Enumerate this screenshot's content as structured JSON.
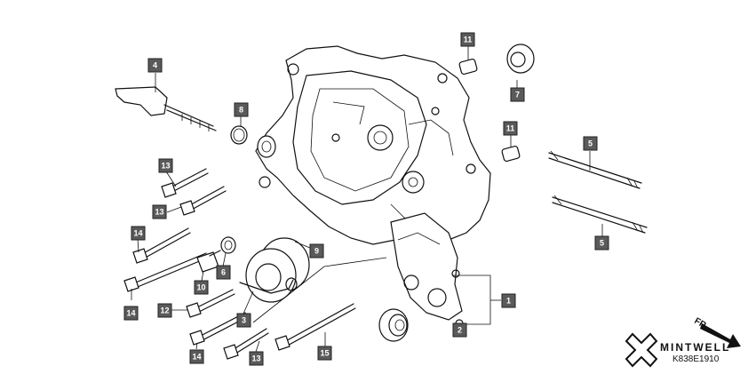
{
  "callouts": [
    {
      "id": "c1",
      "label": "1"
    },
    {
      "id": "c2",
      "label": "2"
    },
    {
      "id": "c3",
      "label": "3"
    },
    {
      "id": "c4",
      "label": "4"
    },
    {
      "id": "c5a",
      "label": "5"
    },
    {
      "id": "c5b",
      "label": "5"
    },
    {
      "id": "c6",
      "label": "6"
    },
    {
      "id": "c7",
      "label": "7"
    },
    {
      "id": "c8",
      "label": "8"
    },
    {
      "id": "c9",
      "label": "9"
    },
    {
      "id": "c10",
      "label": "10"
    },
    {
      "id": "c11",
      "label": "11"
    },
    {
      "id": "c11b",
      "label": "11"
    },
    {
      "id": "c12",
      "label": "12"
    },
    {
      "id": "c13a",
      "label": "13"
    },
    {
      "id": "c13b",
      "label": "13"
    },
    {
      "id": "c13c",
      "label": "13"
    },
    {
      "id": "c14a",
      "label": "14"
    },
    {
      "id": "c14b",
      "label": "14"
    },
    {
      "id": "c14c",
      "label": "14"
    },
    {
      "id": "c15",
      "label": "15"
    }
  ],
  "brand": {
    "name": "MINTWELL",
    "logo_icon": "mintwell-logo-icon"
  },
  "diagram_code": "K838E1910",
  "direction": {
    "label": "FR.",
    "icon": "front-arrow-icon"
  }
}
